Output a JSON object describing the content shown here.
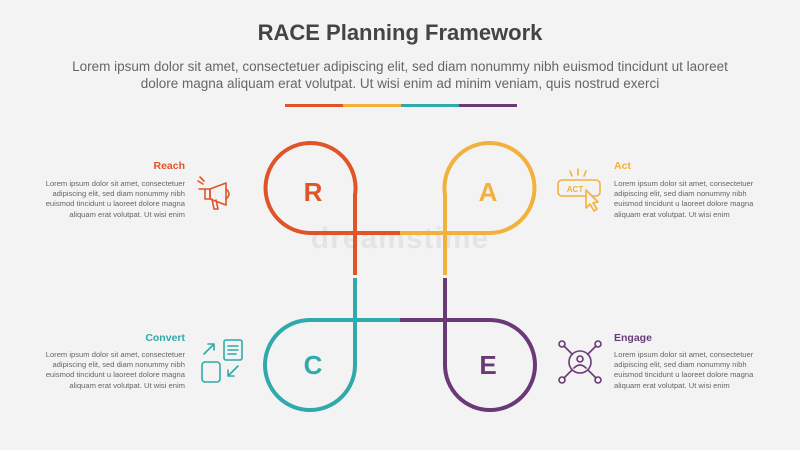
{
  "header": {
    "title": "RACE Planning Framework",
    "subtitle": "Lorem ipsum dolor sit amet, consectetuer adipiscing elit, sed diam nonummy nibh euismod tincidunt ut laoreet dolore magna aliquam erat volutpat. Ut wisi enim ad minim veniam, quis nostrud exerci"
  },
  "colors": {
    "reach": "#e0542a",
    "act": "#f2b13c",
    "convert": "#2fa9a9",
    "engage": "#6a3a76"
  },
  "quadrants": {
    "reach": {
      "letter": "R",
      "title": "Reach",
      "icon": "megaphone-icon",
      "body": "Lorem ipsum dolor sit amet, consectetuer adipiscing elit, sed diam nonummy nibh euismod tincidunt u laoreet dolore magna aliquam erat volutpat. Ut wisi enim"
    },
    "act": {
      "letter": "A",
      "title": "Act",
      "icon": "act-button-icon",
      "icon_label": "ACT",
      "body": "Lorem ipsum dolor sit amet, consectetuer adipiscing elit, sed diam nonummy nibh euismod tincidunt u laoreet dolore magna aliquam erat volutpat. Ut wisi enim"
    },
    "convert": {
      "letter": "C",
      "title": "Convert",
      "icon": "convert-icon",
      "body": "Lorem ipsum dolor sit amet, consectetuer adipiscing elit, sed diam nonummy nibh euismod tincidunt u laoreet dolore magna aliquam erat volutpat. Ut wisi enim"
    },
    "engage": {
      "letter": "E",
      "title": "Engage",
      "icon": "engage-network-icon",
      "body": "Lorem ipsum dolor sit amet, consectetuer adipiscing elit, sed diam nonummy nibh euismod tincidunt u laoreet dolore magna aliquam erat volutpat. Ut wisi enim"
    }
  },
  "watermark": "dreamstime"
}
